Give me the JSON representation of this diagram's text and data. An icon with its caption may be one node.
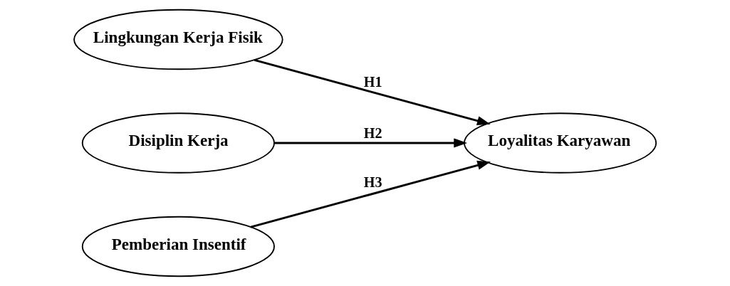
{
  "diagram": {
    "nodes": [
      {
        "text": [
          "Lingkungan Kerja Fisik"
        ]
      },
      {
        "text": [
          "Disiplin Kerja"
        ]
      },
      {
        "text": [
          "Pemberian Insentif"
        ]
      },
      {
        "text": [
          "Loyalitas Karyawan"
        ]
      }
    ],
    "edges": [
      {
        "from": 0,
        "to": 3,
        "arrow": "to",
        "label": "H1"
      },
      {
        "from": 1,
        "to": 3,
        "arrow": "to",
        "label": "H2"
      },
      {
        "from": 2,
        "to": 3,
        "arrow": "to",
        "label": "H3"
      }
    ]
  }
}
